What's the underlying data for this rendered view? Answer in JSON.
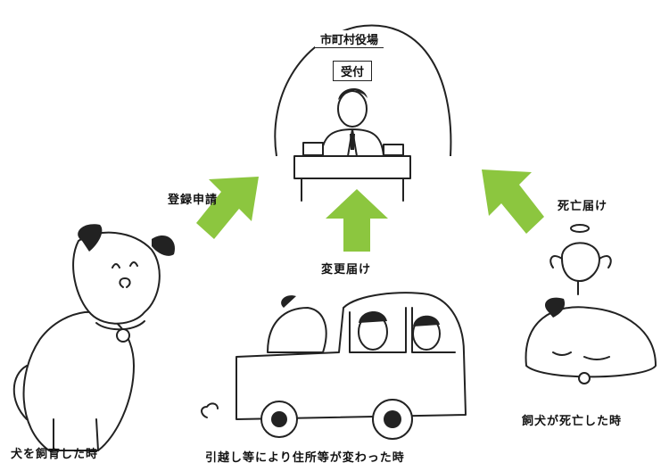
{
  "office": {
    "title": "市町村役場",
    "reception": "受付"
  },
  "steps": {
    "registration": "登録申請",
    "change": "変更届け",
    "death": "死亡届け"
  },
  "captions": {
    "got_dog": "犬を飼育した時",
    "moved": "引越し等により住所等が変わった時",
    "dog_died": "飼犬が死亡した時"
  },
  "colors": {
    "arrow": "#8cc63f",
    "line": "#222222"
  }
}
